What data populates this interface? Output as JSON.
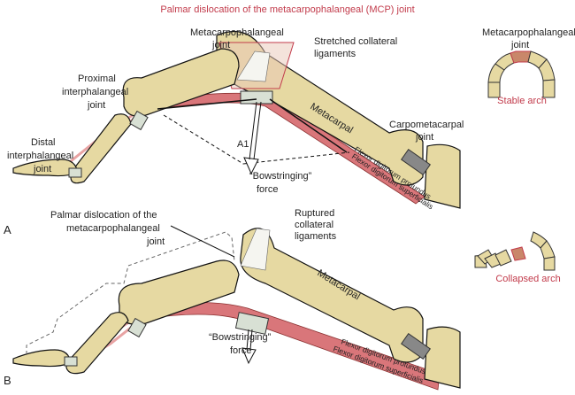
{
  "title": "Palmar dislocation of the metacarpophalangeal (MCP) joint",
  "colors": {
    "title": "#c23b4b",
    "bone": "#e6d9a2",
    "tendon": "#d9767a",
    "highlight": "#c9876a"
  },
  "panel_a": {
    "letter": "A",
    "mcp_label": [
      "Metacarpophalangeal",
      "joint"
    ],
    "ligament_label": [
      "Stretched collateral",
      "ligaments"
    ],
    "pip_label": [
      "Proximal",
      "interphalangeal",
      "joint"
    ],
    "dip_label": [
      "Distal",
      "interphalangeal",
      "joint"
    ],
    "pulley_label": "A1",
    "metacarpal_label": "Metacarpal",
    "cmc_label": [
      "Carpometacarpal",
      "joint"
    ],
    "force_label": [
      "“Bowstringing”",
      "force"
    ],
    "tendon_labels": [
      "Flexor digitorum profundus",
      "Flexor digitorum superficialis"
    ],
    "arch": {
      "joint_label": [
        "Metacarpophalangeal",
        "joint"
      ],
      "caption": "Stable arch"
    }
  },
  "panel_b": {
    "letter": "B",
    "ligament_label": [
      "Ruptured",
      "collateral",
      "ligaments"
    ],
    "dislocation_label": [
      "Palmar dislocation of the",
      "metacarpophalangeal",
      "joint"
    ],
    "metacarpal_label": "Metacarpal",
    "force_label": [
      "“Bowstringing”",
      "force"
    ],
    "tendon_labels": [
      "Flexor digitorum profundus",
      "Flexor digitorum superficialis"
    ],
    "arch": {
      "caption": "Collapsed arch"
    }
  }
}
